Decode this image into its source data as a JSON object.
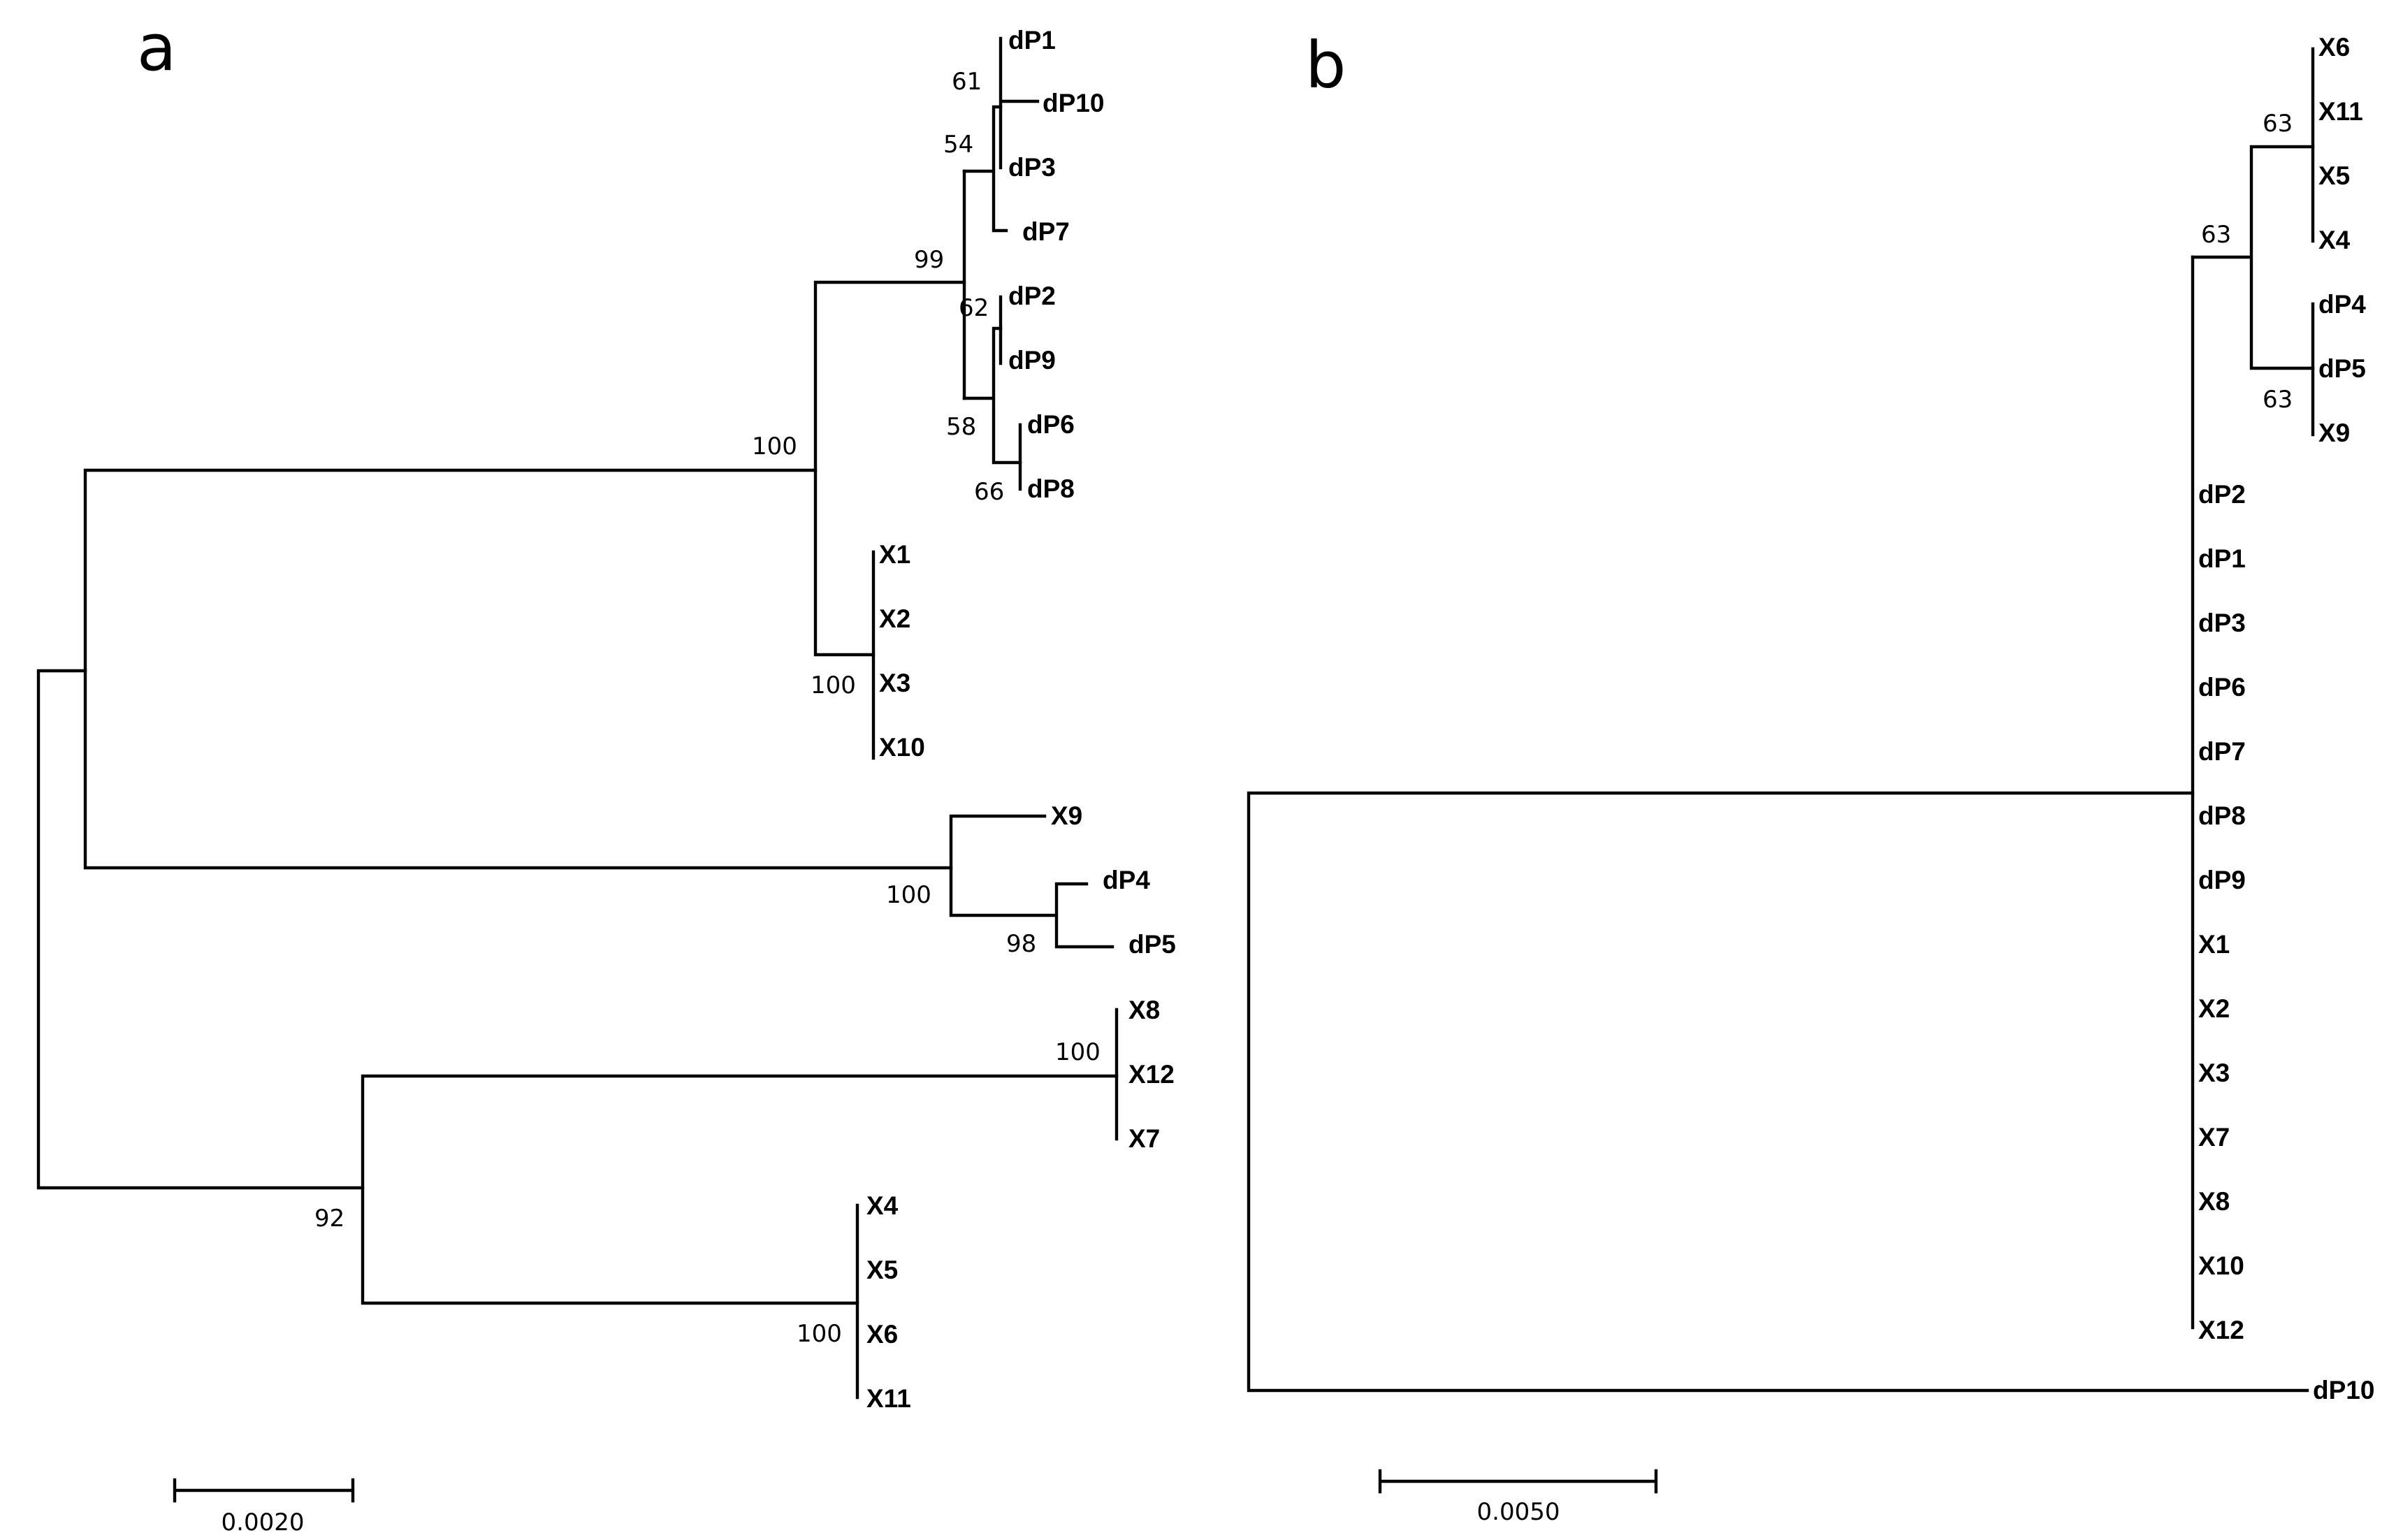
{
  "panels": [
    {
      "label": "a",
      "scale_bar": "0.0020",
      "leaves": [
        "dP1",
        "dP10",
        "dP3",
        "dP7",
        "dP2",
        "dP9",
        "dP6",
        "dP8",
        "X1",
        "X2",
        "X3",
        "X10",
        "X9",
        "dP4",
        "dP5",
        "X8",
        "X12",
        "X7",
        "X4",
        "X5",
        "X6",
        "X11"
      ],
      "bootstrap": [
        "61",
        "54",
        "99",
        "62",
        "58",
        "66",
        "100",
        "100",
        "100",
        "98",
        "100",
        "92",
        "100"
      ]
    },
    {
      "label": "b",
      "scale_bar": "0.0050",
      "leaves": [
        "X6",
        "X11",
        "X5",
        "X4",
        "dP4",
        "dP5",
        "X9",
        "dP2",
        "dP1",
        "dP3",
        "dP6",
        "dP7",
        "dP8",
        "dP9",
        "X1",
        "X2",
        "X3",
        "X7",
        "X8",
        "X10",
        "X12",
        "dP10"
      ],
      "bootstrap": [
        "63",
        "63",
        "63"
      ]
    }
  ]
}
